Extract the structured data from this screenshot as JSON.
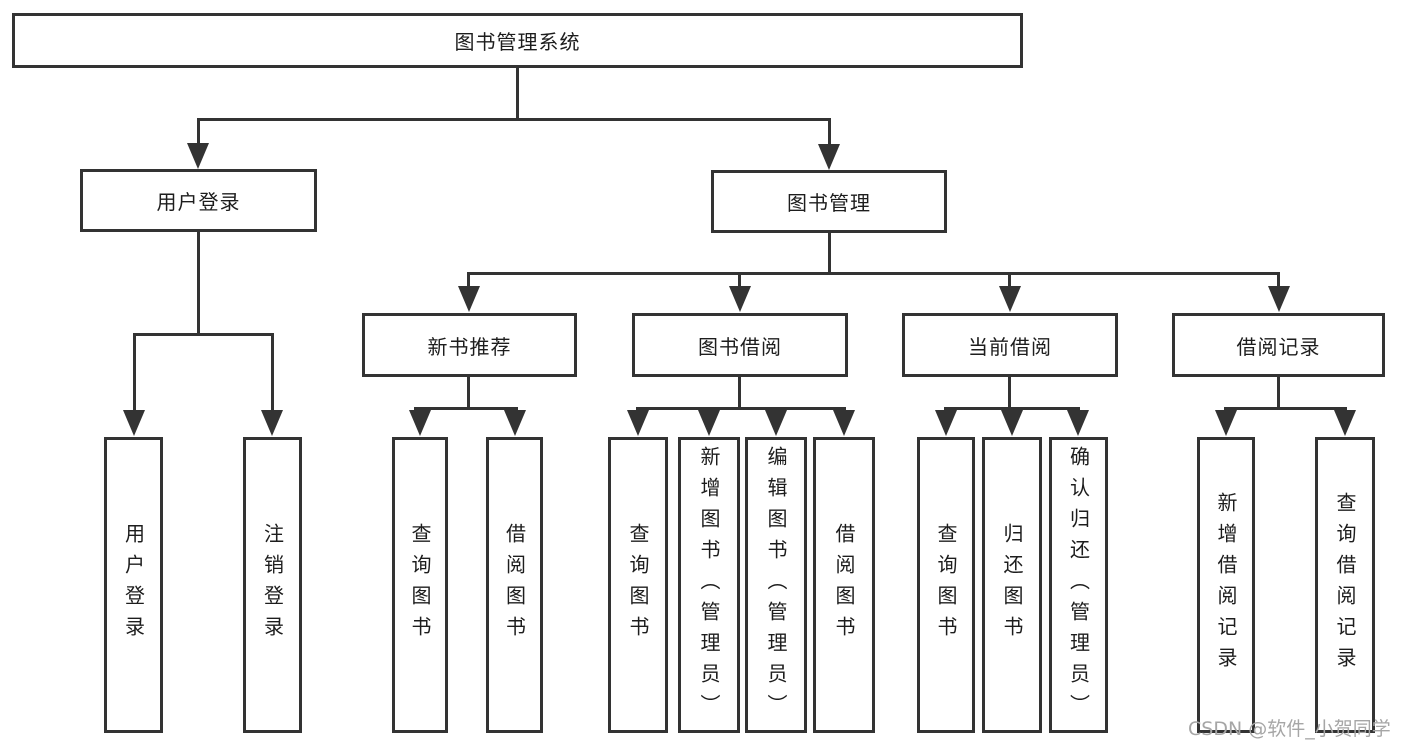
{
  "tree": {
    "label": "图书管理系统",
    "children": [
      {
        "label": "用户登录",
        "children": [
          {
            "label": "用户登录"
          },
          {
            "label": "注销登录"
          }
        ]
      },
      {
        "label": "图书管理",
        "children": [
          {
            "label": "新书推荐",
            "children": [
              {
                "label": "查询图书"
              },
              {
                "label": "借阅图书"
              }
            ]
          },
          {
            "label": "图书借阅",
            "children": [
              {
                "label": "查询图书"
              },
              {
                "label": "新增图书（管理员）"
              },
              {
                "label": "编辑图书（管理员）"
              },
              {
                "label": "借阅图书"
              }
            ]
          },
          {
            "label": "当前借阅",
            "children": [
              {
                "label": "查询图书"
              },
              {
                "label": "归还图书"
              },
              {
                "label": "确认归还（管理员）"
              }
            ]
          },
          {
            "label": "借阅记录",
            "children": [
              {
                "label": "新增借阅记录"
              },
              {
                "label": "查询借阅记录"
              }
            ]
          }
        ]
      }
    ]
  },
  "watermark": {
    "text": "CSDN @软件_小贺同学"
  },
  "colors": {
    "line": "#333333",
    "box_border": "#333333",
    "text": "#1d1d1d",
    "watermark": "#a6a6a6",
    "background": "#ffffff"
  }
}
